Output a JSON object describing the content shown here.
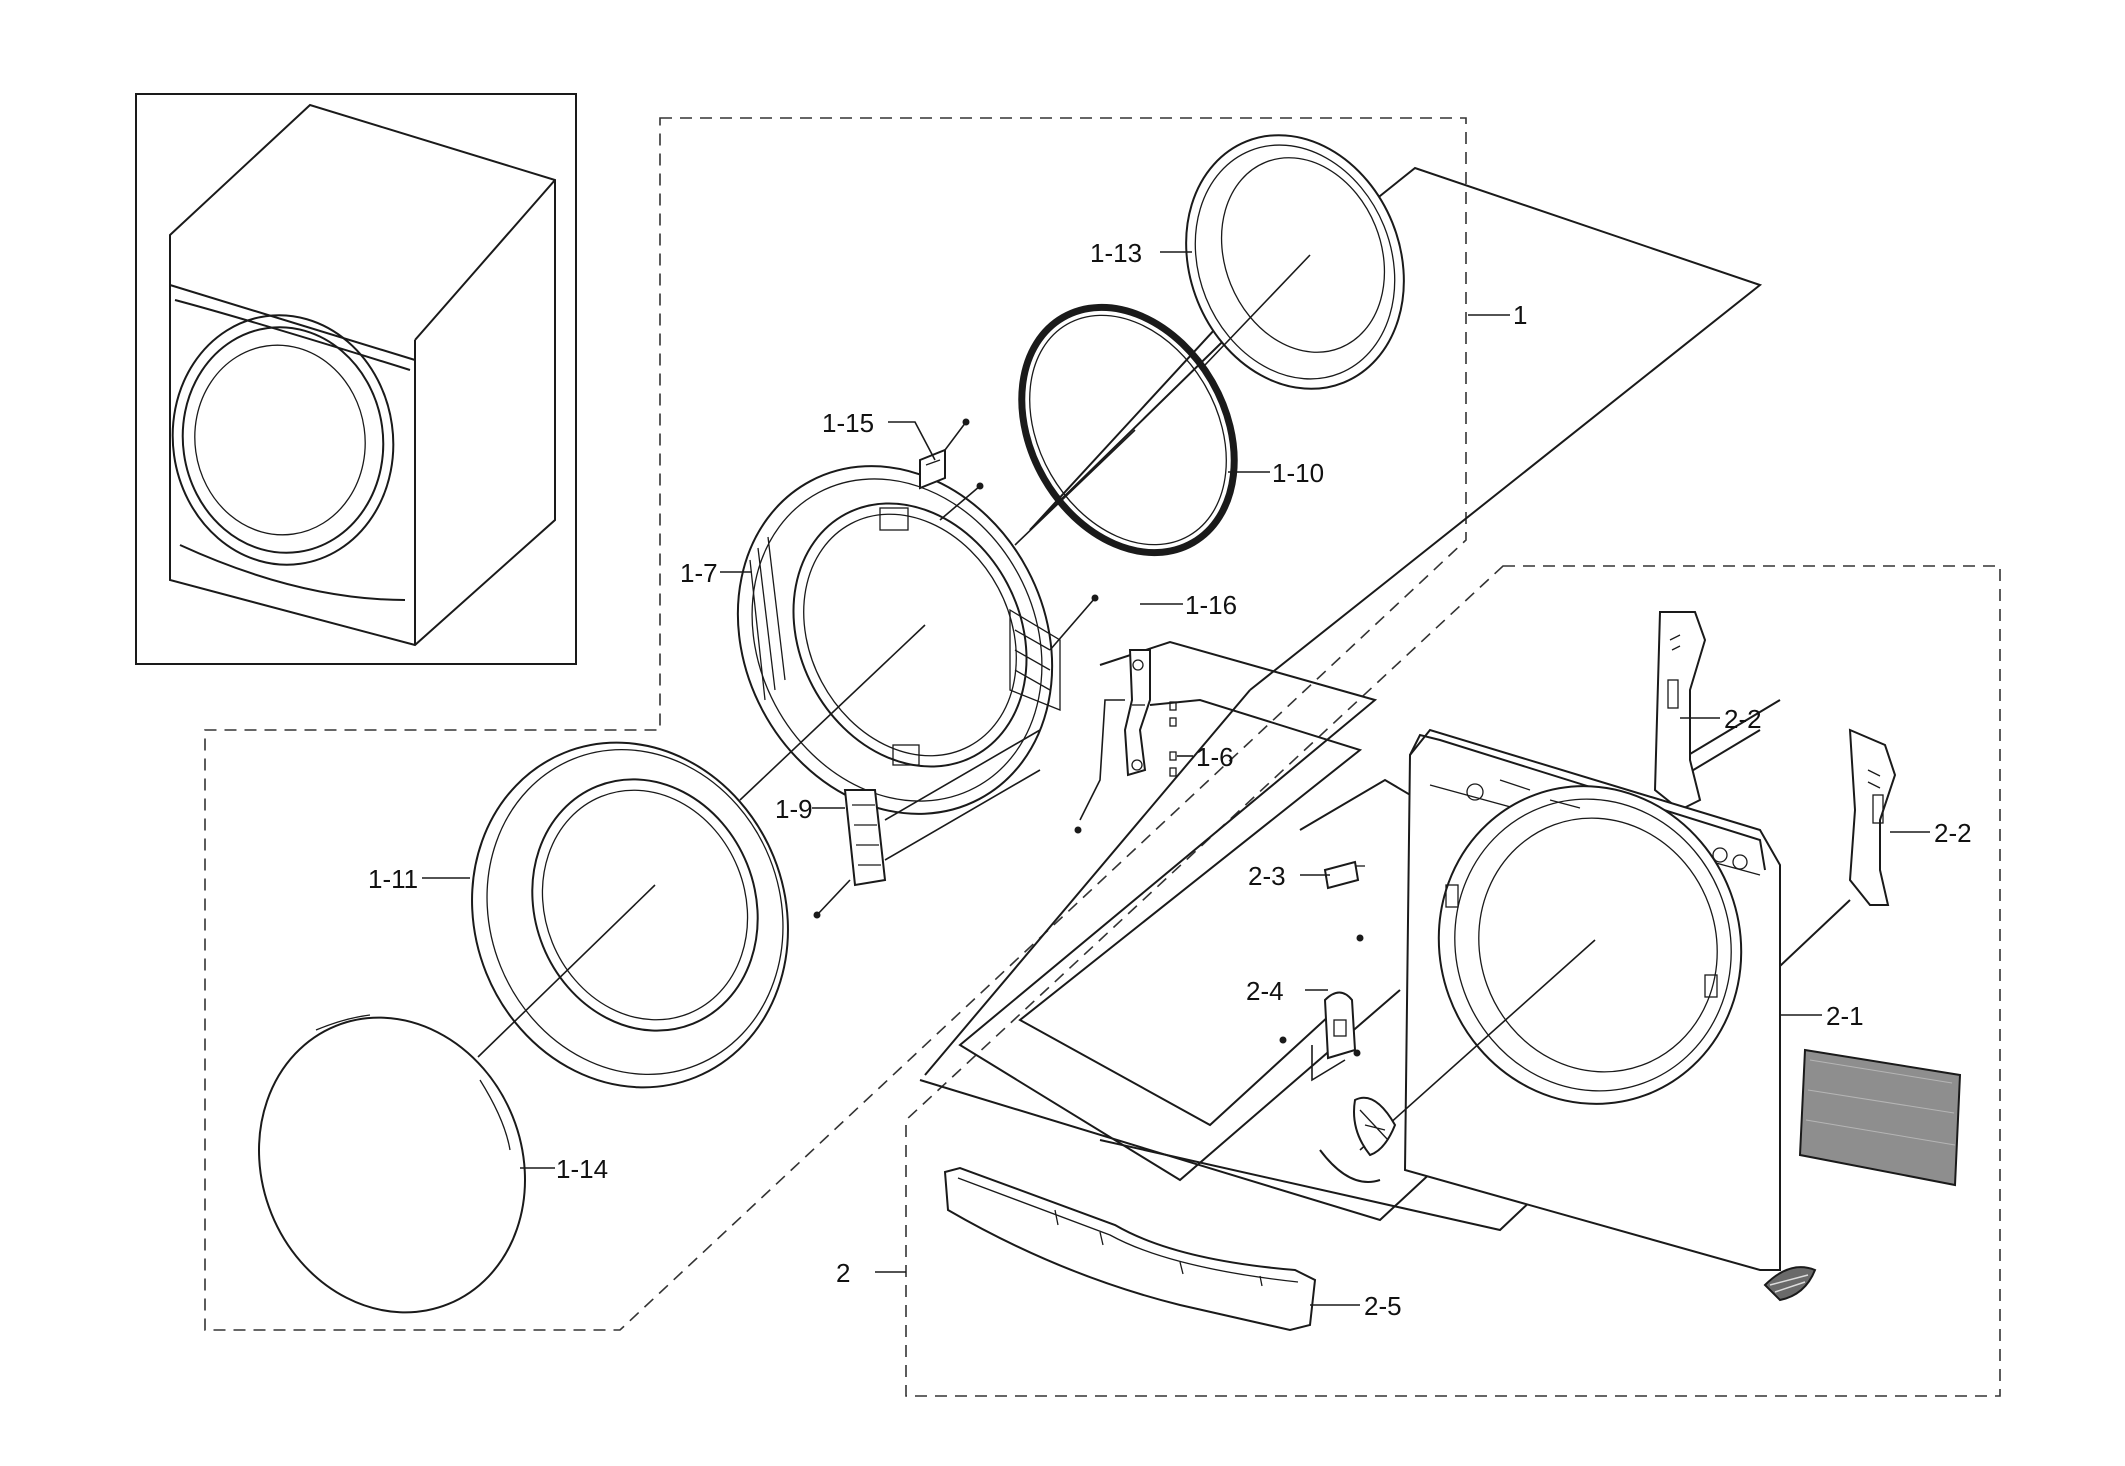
{
  "diagram": {
    "callouts": {
      "c1": "1",
      "c1_6": "1-6",
      "c1_7": "1-7",
      "c1_9": "1-9",
      "c1_10": "1-10",
      "c1_11": "1-11",
      "c1_13": "1-13",
      "c1_14": "1-14",
      "c1_15": "1-15",
      "c1_16": "1-16",
      "c2": "2",
      "c2_1": "2-1",
      "c2_2a": "2-2",
      "c2_2b": "2-2",
      "c2_3": "2-3",
      "c2_4": "2-4",
      "c2_5": "2-5"
    }
  }
}
